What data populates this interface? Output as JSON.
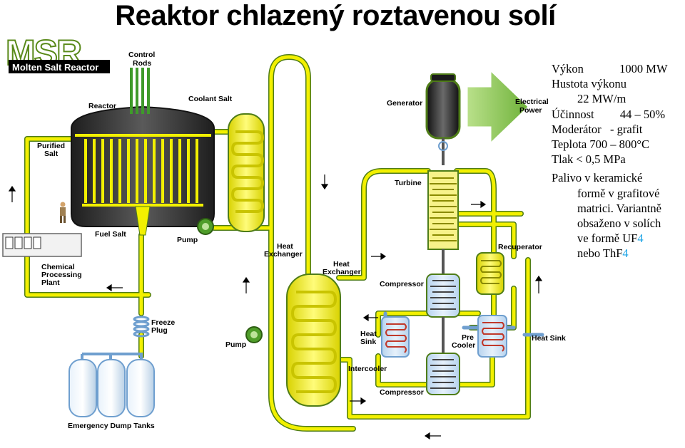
{
  "title": "Reaktor chlazený roztavenou solí",
  "logo": {
    "big": "MSR",
    "small": "Molten Salt Reactor"
  },
  "labels": {
    "control_rods_1": "Control",
    "control_rods_2": "Rods",
    "reactor": "Reactor",
    "coolant_salt": "Coolant Salt",
    "purified_salt_1": "Purified",
    "purified_salt_2": "Salt",
    "fuel_salt": "Fuel Salt",
    "pump_1": "Pump",
    "heat_exchanger_1a": "Heat",
    "heat_exchanger_1b": "Exchanger",
    "chemical_1": "Chemical",
    "chemical_2": "Processing",
    "chemical_3": "Plant",
    "freeze_plug_1": "Freeze",
    "freeze_plug_2": "Plug",
    "pump_2": "Pump",
    "heat_exchanger_2a": "Heat",
    "heat_exchanger_2b": "Exchanger",
    "emergency_tanks": "Emergency Dump Tanks",
    "generator": "Generator",
    "electrical_power_1": "Electrical",
    "electrical_power_2": "Power",
    "turbine": "Turbine",
    "recuperator": "Recuperator",
    "compressor_1": "Compressor",
    "compressor_2": "Compressor",
    "heat_sink_1a": "Heat",
    "heat_sink_1b": "Sink",
    "pre_cooler_1": "Pre",
    "pre_cooler_2": "Cooler",
    "heat_sink_2": "Heat Sink",
    "intercooler": "Intercooler",
    "panel_text": "[][][][]"
  },
  "params": {
    "vykon_label": "Výkon",
    "vykon_value": "1000 MW",
    "hustota_label": "Hustota výkonu",
    "hustota_value": "22 MW/m",
    "ucinnost_label": "Účinnost",
    "ucinnost_value": "44 – 50%",
    "moderator": "Moderátor   - grafit",
    "teplota": "Teplota 700 – 800°C",
    "tlak": "Tlak < 0,5 MPa",
    "palivo_1": "Palivo v keramické",
    "palivo_2": "formě v grafitové",
    "palivo_3": "matrici. Variantně",
    "palivo_4": "obsaženo v solích",
    "palivo_5a": "ve formě UF",
    "palivo_5b": "4",
    "palivo_6a": "nebo ThF",
    "palivo_6b": "4"
  },
  "colors": {
    "pipe_yellow": "#f2f000",
    "pipe_green": "#5a8a1a",
    "reactor_dark": "#3a3a3a",
    "arrow_green": "#7dbb3a",
    "blue_pipe": "#8fb8e0",
    "red_coil": "#c0392b"
  }
}
